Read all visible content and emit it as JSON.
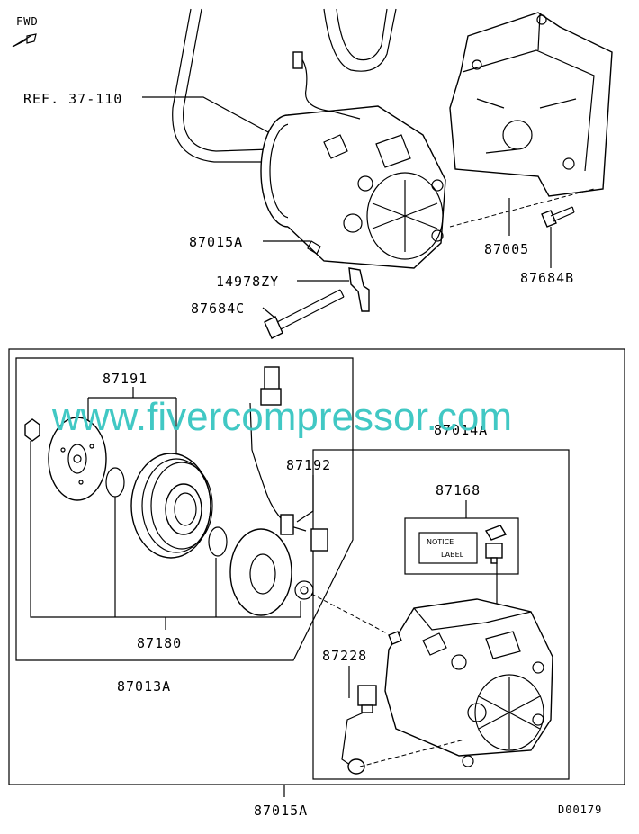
{
  "top": {
    "fwd": "FWD",
    "ref_label": "REF. 37-110",
    "compressor_label": "87015A",
    "bracket_label": "87005",
    "bolt_short_label": "87684B",
    "clip_label": "14978ZY",
    "bolt_long_label": "87684C"
  },
  "kit": {
    "clutch_parts_label": "87191",
    "wire_label": "87192",
    "clutch_group_label": "87180",
    "clutch_assy_label": "87013A",
    "compressor_sub_label": "87014A",
    "notice_group_label": "87168",
    "notice_line1": "NOTICE",
    "notice_line2": "LABEL",
    "switch_label": "87228",
    "outer_label": "87015A",
    "diagram_code": "D00179"
  },
  "watermark": "www.fivercompressor.com"
}
